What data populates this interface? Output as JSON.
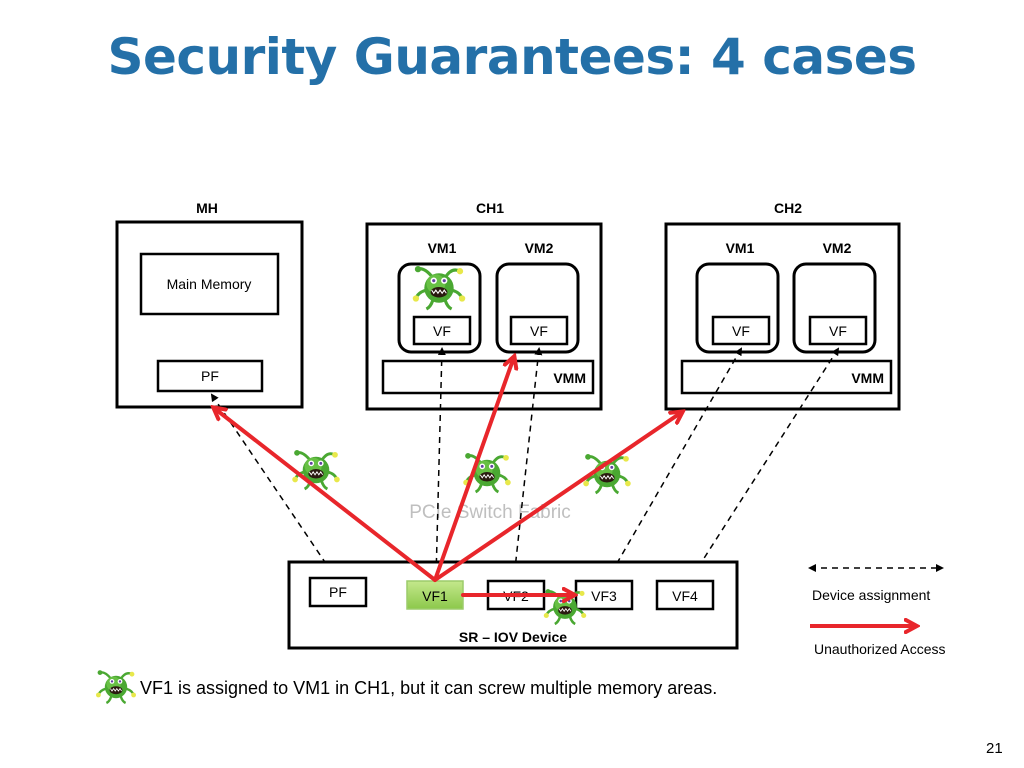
{
  "slide": {
    "title": "Security Guarantees: 4 cases",
    "page_number": "21",
    "caption": "VF1 is assigned to VM1 in CH1, but it can screw multiple memory areas.",
    "caption_icon": "virus-bug-icon"
  },
  "hosts": {
    "mh": {
      "label": "MH",
      "memory": "Main Memory",
      "pf": "PF"
    },
    "ch1": {
      "label": "CH1",
      "vm1": "VM1",
      "vm2": "VM2",
      "vf1": "VF",
      "vf2": "VF",
      "vmm": "VMM"
    },
    "ch2": {
      "label": "CH2",
      "vm1": "VM1",
      "vm2": "VM2",
      "vf1": "VF",
      "vf2": "VF",
      "vmm": "VMM"
    }
  },
  "fabric": {
    "label": "PCIe Switch Fabric"
  },
  "device": {
    "label": "SR – IOV Device",
    "functions": [
      "PF",
      "VF1",
      "VF2",
      "VF3",
      "VF4"
    ],
    "compromised": "VF1"
  },
  "legend": {
    "assignment": "Device assignment",
    "unauthorized": "Unauthorized Access"
  },
  "colors": {
    "title": "#2470a8",
    "attack_arrow": "#e8262b",
    "compromised_fill": "#a6d96a",
    "fabric_text": "#bfbfbf",
    "bug_green": "#4aa832"
  }
}
